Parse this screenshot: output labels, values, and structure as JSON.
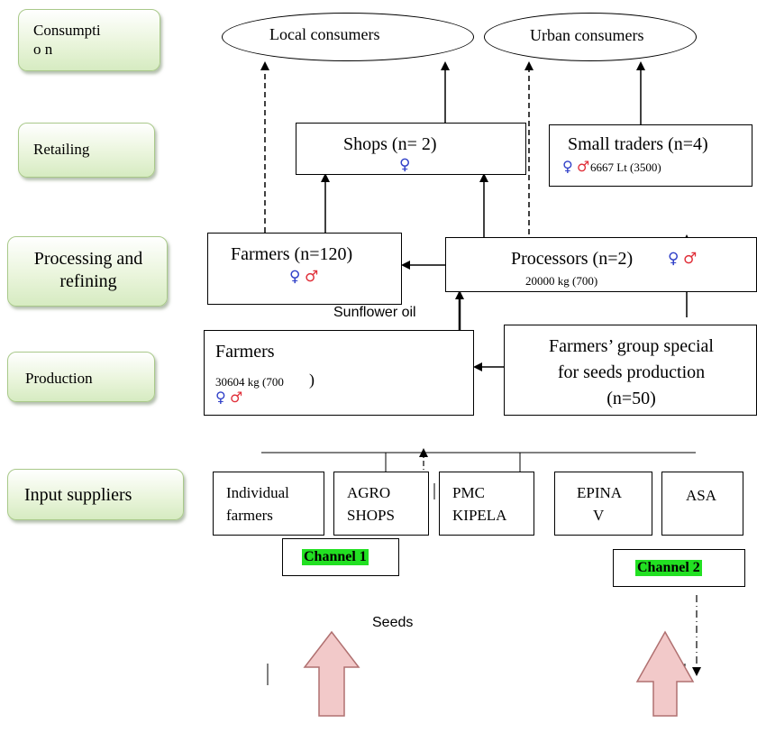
{
  "stages": {
    "consumption": "Consumptio n",
    "retailing": "Retailing",
    "processing": "Processing and refining",
    "production": "Production",
    "input_suppliers": "Input suppliers"
  },
  "consumers": {
    "local": "Local consumers",
    "urban": "Urban consumers"
  },
  "retail": {
    "shops_title": "Shops (n= 2)",
    "shops_gender": "♀",
    "traders_title": "Small traders (n=4)",
    "traders_gender_f": "♀",
    "traders_gender_m": "♂",
    "traders_detail": "6667 Lt (3500)"
  },
  "processing": {
    "farmers_title": "Farmers (n=120)",
    "farmers_gender_f": "♀",
    "farmers_gender_m": "♂",
    "processors_title": "Processors (n=2)",
    "processors_gender_f": "♀",
    "processors_gender_m": "♂",
    "processors_detail": "20000 kg (700)",
    "product_label": "Sunflower oil"
  },
  "production": {
    "farmers_title": "Farmers",
    "farmers_detail": "30604 kg (700",
    "farmers_detail_paren": ")",
    "farmers_gender_f": "♀",
    "farmers_gender_m": "♂",
    "group_line1": "Farmers’ group special",
    "group_line2": "for seeds production",
    "group_line3": "(n=50)"
  },
  "suppliers": {
    "individual_line1": "Individual",
    "individual_line2": "farmers",
    "agro_line1": "AGRO",
    "agro_line2": "SHOPS",
    "pmc_line1": "PMC",
    "pmc_line2": "KIPELA",
    "epina_line1": "EPINA",
    "epina_line2": "V",
    "asa": "ASA"
  },
  "channels": {
    "channel1": "Channel 1",
    "channel2": "Channel 2"
  },
  "seeds_label": "Seeds",
  "colors": {
    "stage_border": "#a9c98a",
    "stage_fill": "#d6ebc1",
    "female": "#3040c8",
    "male": "#e0303a",
    "channel_highlight": "#22e022",
    "big_arrow_fill": "#f2c9c9",
    "big_arrow_stroke": "#b07070"
  }
}
